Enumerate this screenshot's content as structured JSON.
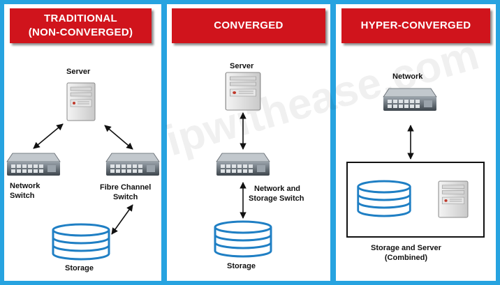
{
  "colors": {
    "border": "#27a3e0",
    "banner": "#d0141c",
    "storage": "#1f7fc4"
  },
  "watermark": "ipwithease.com",
  "panels": {
    "traditional": {
      "title_line1": "TRADITIONAL",
      "title_line2": "(NON-CONVERGED)",
      "server_label": "Server",
      "network_switch_line1": "Network",
      "network_switch_line2": "Switch",
      "fc_switch_line1": "Fibre Channel",
      "fc_switch_line2": "Switch",
      "storage_label": "Storage"
    },
    "converged": {
      "title": "CONVERGED",
      "server_label": "Server",
      "switch_line1": "Network and",
      "switch_line2": "Storage Switch",
      "storage_label": "Storage"
    },
    "hyperconverged": {
      "title": "HYPER-CONVERGED",
      "network_label": "Network",
      "combined_line1": "Storage and Server",
      "combined_line2": "(Combined)"
    }
  }
}
